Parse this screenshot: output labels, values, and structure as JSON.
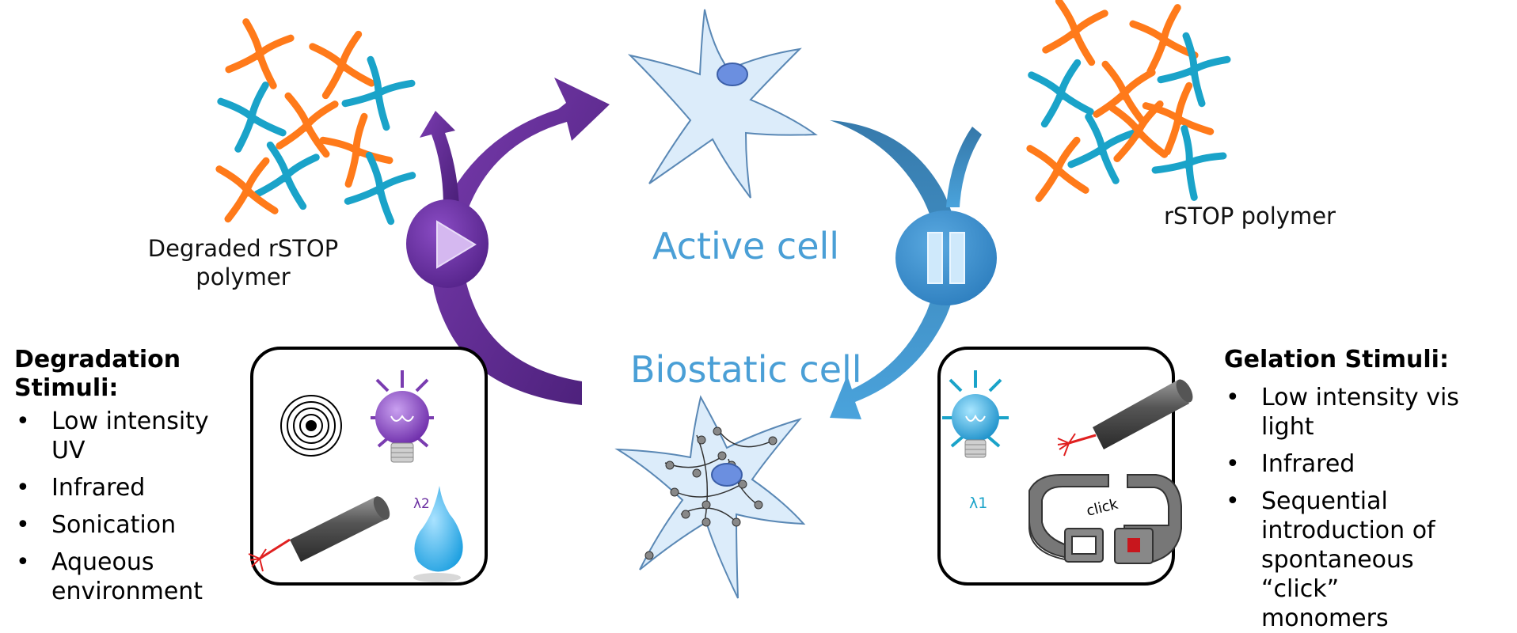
{
  "labels": {
    "degraded_polymer_line1": "Degraded rSTOP",
    "degraded_polymer_line2": "polymer",
    "polymer": "rSTOP polymer",
    "active_cell": "Active cell",
    "biostatic_cell": "Biostatic cell",
    "lambda2": "λ2",
    "lambda1": "λ1",
    "click": "click"
  },
  "degradation": {
    "title_line1": "Degradation",
    "title_line2": "Stimuli:",
    "items": [
      "Low intensity UV",
      "Infrared",
      "Sonication",
      "Aqueous environment"
    ]
  },
  "gelation": {
    "title": "Gelation Stimuli:",
    "items": [
      "Low intensity vis light",
      "Infrared",
      "Sequential introduction of spontaneous “click” monomers"
    ]
  },
  "colors": {
    "orange_monomer": "#ff7a1a",
    "blue_monomer": "#1aa3c9",
    "play_purple": "#6a2ea0",
    "pause_blue": "#3a8fce",
    "state_text": "#4a9fd6",
    "cell_fill": "#dcecfa"
  },
  "icons": [
    "play-icon",
    "pause-icon",
    "lightbulb-icon",
    "laser-pointer-icon",
    "water-drop-icon",
    "ultrasound-icon",
    "belt-buckle-icon"
  ]
}
